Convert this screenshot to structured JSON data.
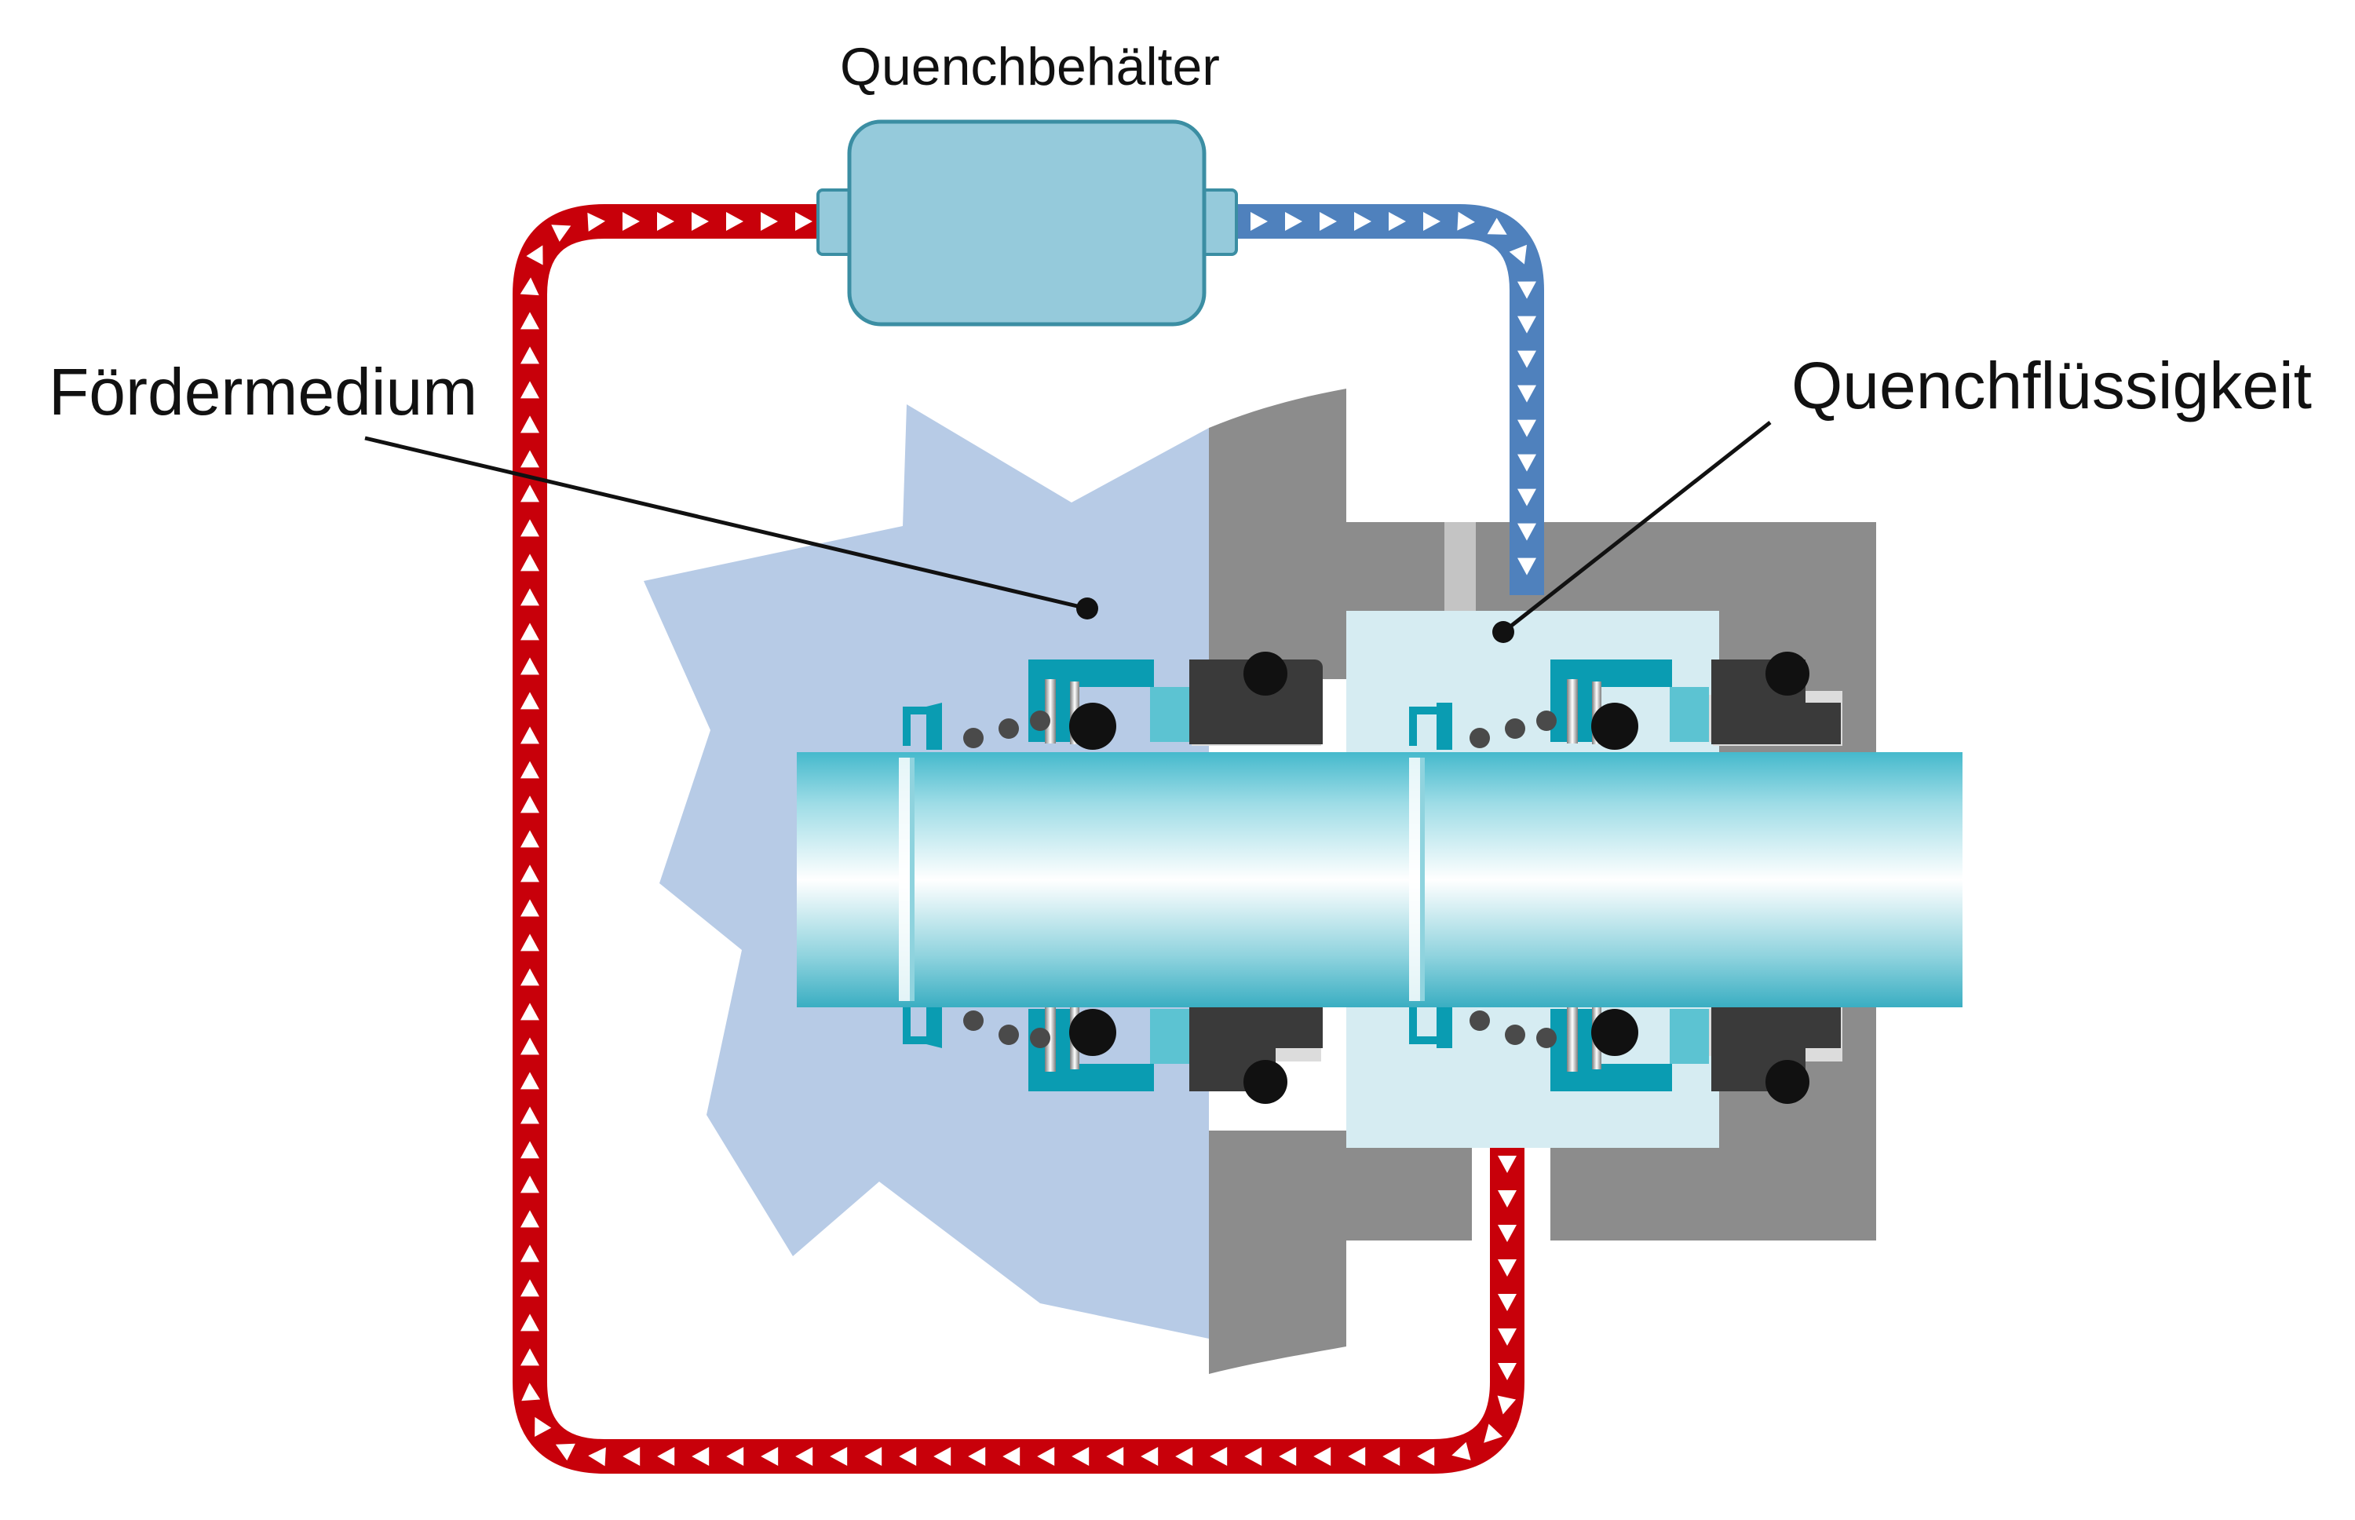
{
  "labels": {
    "tank": "Quenchbehälter",
    "product_medium": "Fördermedium",
    "quench_fluid": "Quenchflüssigkeit"
  },
  "colors": {
    "hot_line": "#c8000a",
    "cool_line": "#4f81bd",
    "tank_fill": "#95cadb",
    "tank_stroke": "#3b8ea3",
    "product_zone": "#b7cbe6",
    "quench_chamber": "#d6ecf2",
    "housing": "#8c8c8c",
    "seat_ring": "#0a9cb2",
    "seal_dark": "#3a3a3a"
  }
}
